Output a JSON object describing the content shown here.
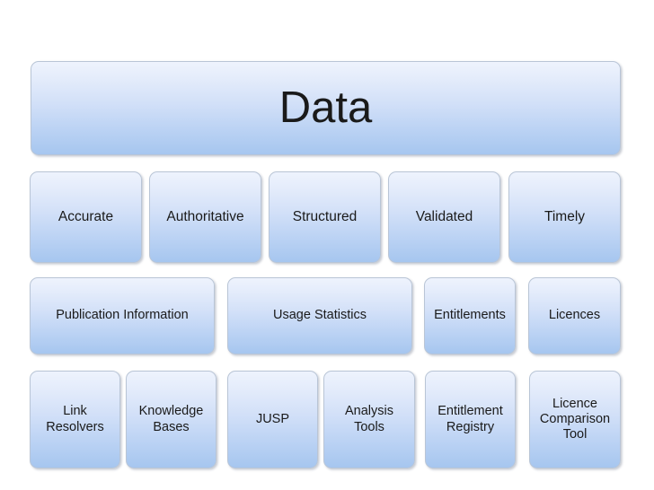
{
  "slide": {
    "title": "Data",
    "background_color": "#ffffff",
    "node_style": {
      "gradient_top_color": "#eef3fd",
      "gradient_bottom_color": "#a6c6ef",
      "border_color": "#b9c5d6",
      "text_color": "#1a1a1a"
    }
  },
  "rows": [
    {
      "id": "row-title",
      "nodes": [
        {
          "id": "data",
          "label": "Data"
        }
      ]
    },
    {
      "id": "row-attributes",
      "nodes": [
        {
          "id": "accurate",
          "label": "Accurate"
        },
        {
          "id": "authoritative",
          "label": "Authoritative"
        },
        {
          "id": "structured",
          "label": "Structured"
        },
        {
          "id": "validated",
          "label": "Validated"
        },
        {
          "id": "timely",
          "label": "Timely"
        }
      ]
    },
    {
      "id": "row-categories",
      "nodes": [
        {
          "id": "publication_information",
          "label": "Publication Information"
        },
        {
          "id": "usage_statistics",
          "label": "Usage Statistics"
        },
        {
          "id": "entitlements",
          "label": "Entitlements"
        },
        {
          "id": "licences",
          "label": "Licences"
        }
      ]
    },
    {
      "id": "row-services",
      "nodes": [
        {
          "id": "link_resolvers",
          "label": "Link\nResolvers"
        },
        {
          "id": "knowledge_bases",
          "label": "Knowledge\nBases"
        },
        {
          "id": "jusp",
          "label": "JUSP"
        },
        {
          "id": "analysis_tools",
          "label": "Analysis\nTools"
        },
        {
          "id": "entitlement_registry",
          "label": "Entitlement\nRegistry"
        },
        {
          "id": "licence_comparison_tool",
          "label": "Licence\nComparison\nTool"
        }
      ]
    }
  ]
}
